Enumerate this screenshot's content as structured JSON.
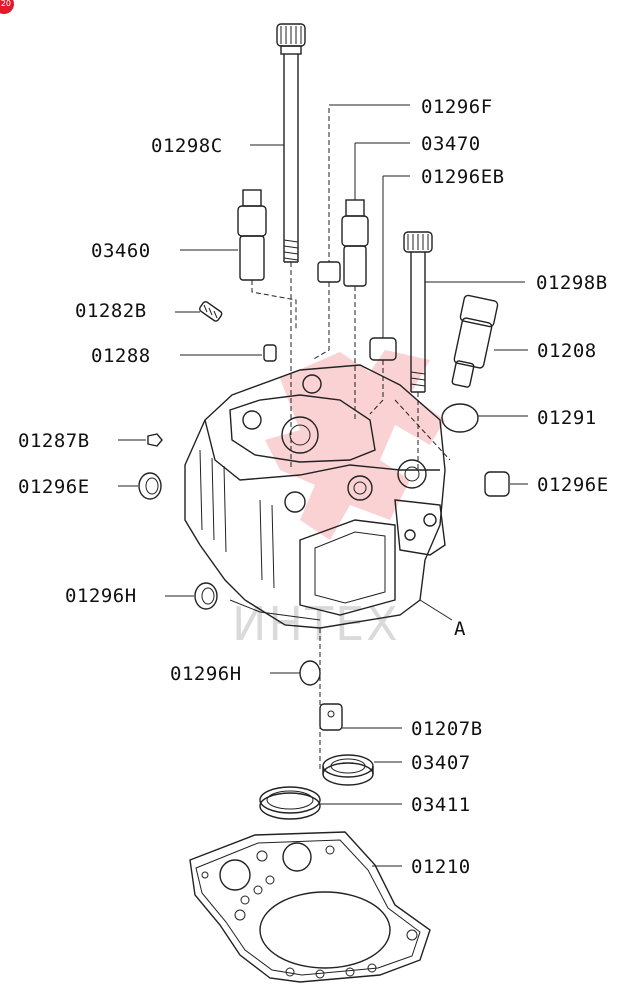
{
  "badge": {
    "text": "20",
    "color": "#e01b2a"
  },
  "watermark": {
    "text": "ИНТЕХ",
    "color": "#e8303a"
  },
  "callouts": {
    "c01296F": "01296F",
    "c01298C": "01298C",
    "c03470": "03470",
    "c01296EB": "01296EB",
    "c03460": "03460",
    "c01298B": "01298B",
    "c01282B": "01282B",
    "c01208": "01208",
    "c01288": "01288",
    "c01291": "01291",
    "c01287B": "01287B",
    "c01296E_left": "01296E",
    "c01296E_right": "01296E",
    "c01296H_left": "01296H",
    "cA": "A",
    "c01296H_lower": "01296H",
    "c01207B": "01207B",
    "c03407": "03407",
    "c03411": "03411",
    "c01210": "01210"
  }
}
